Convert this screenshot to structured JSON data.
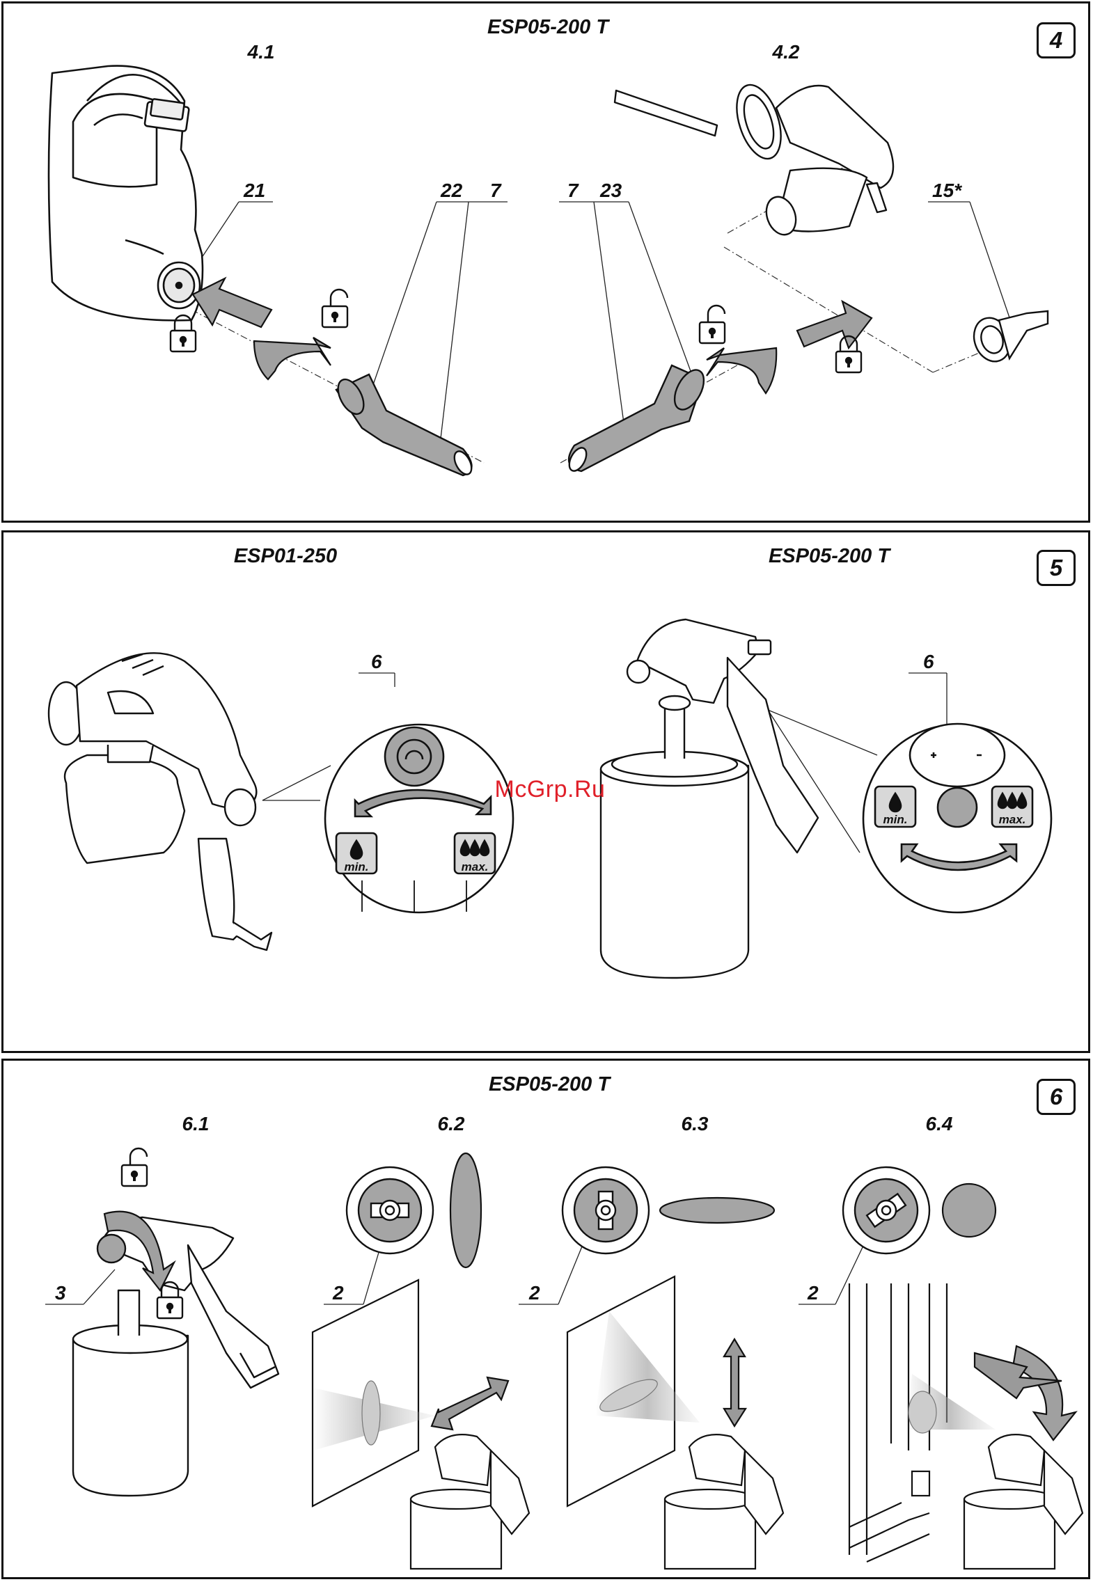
{
  "watermark": "McGrp.Ru",
  "figure4": {
    "badge": "4",
    "model": "ESP05-200 T",
    "steps": [
      "4.1",
      "4.2"
    ],
    "callouts": {
      "left_21": "21",
      "left_22": "22",
      "left_7": "7",
      "right_7": "7",
      "right_23": "23",
      "right_15": "15*"
    }
  },
  "figure5": {
    "badge": "5",
    "model_left": "ESP01-250",
    "model_right": "ESP05-200 T",
    "callout_left": "6",
    "callout_right": "6",
    "min_label": "min.",
    "max_label": "max."
  },
  "figure6": {
    "badge": "6",
    "model": "ESP05-200 T",
    "steps": [
      "6.1",
      "6.2",
      "6.3",
      "6.4"
    ],
    "callouts": {
      "c3": "3",
      "c2a": "2",
      "c2b": "2",
      "c2c": "2"
    }
  },
  "icons": [
    "lock-closed-icon",
    "lock-open-icon",
    "drop-icon",
    "rotate-arrow-icon",
    "double-arrow-icon"
  ]
}
